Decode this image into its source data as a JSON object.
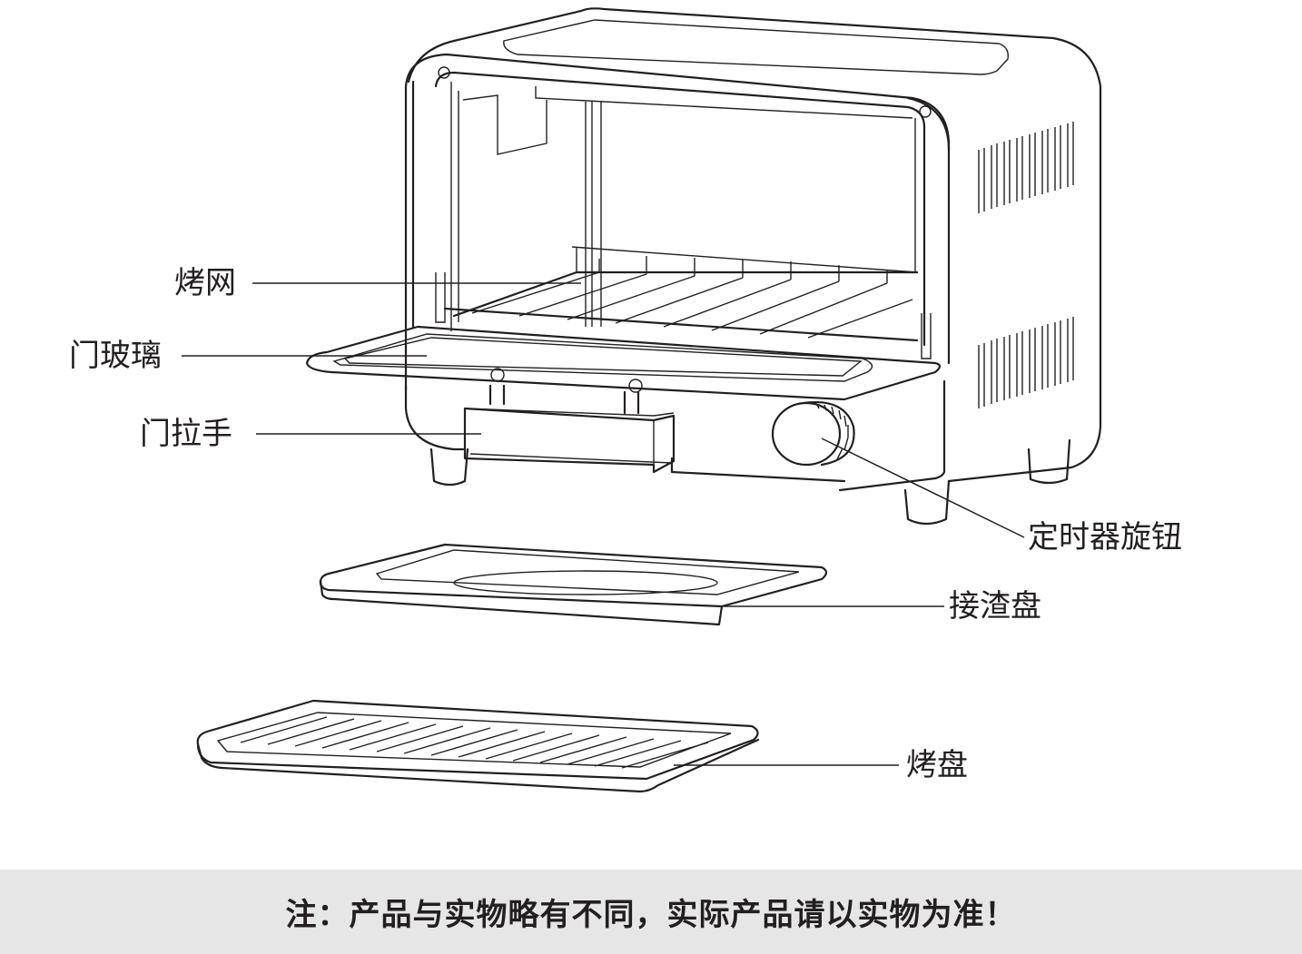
{
  "labels": {
    "grill_rack": "烤网",
    "door_glass": "门玻璃",
    "door_handle": "门拉手",
    "timer_knob": "定时器旋钮",
    "crumb_tray": "接渣盘",
    "baking_tray": "烤盘"
  },
  "note": "注：产品与实物略有不同，实际产品请以实物为准！"
}
